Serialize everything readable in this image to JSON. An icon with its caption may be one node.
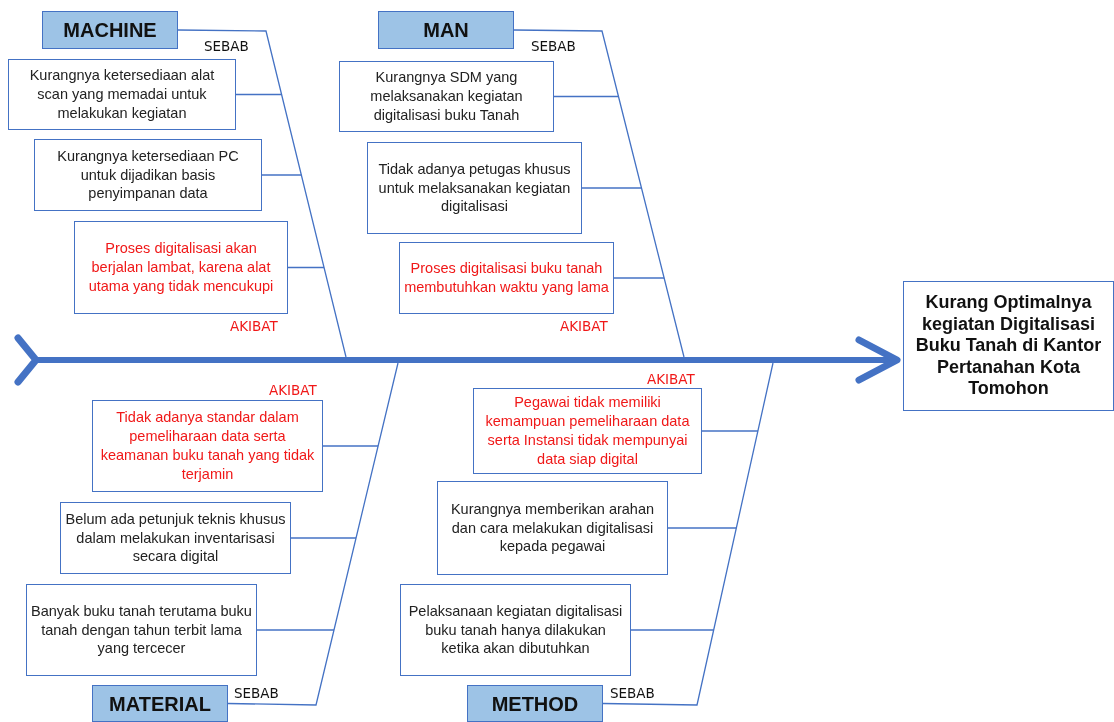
{
  "diagram": {
    "nodes": [
      {
        "text": [
          "MACHINE"
        ]
      },
      {
        "text": [
          "Kurangnya ketersediaan alat scan yang memadai untuk melakukan kegiatan"
        ]
      },
      {
        "text": [
          "Kurangnya ketersediaan PC untuk dijadikan basis penyimpanan data"
        ]
      },
      {
        "text": [
          "Proses digitalisasi akan berjalan lambat, karena alat utama yang tidak mencukupi"
        ]
      },
      {
        "text": [
          "MAN"
        ]
      },
      {
        "text": [
          "Kurangnya SDM yang melaksanakan kegiatan digitalisasi buku Tanah"
        ]
      },
      {
        "text": [
          "Tidak adanya petugas khusus untuk melaksanakan kegiatan digitalisasi"
        ]
      },
      {
        "text": [
          "Proses digitalisasi buku tanah membutuhkan waktu yang lama"
        ]
      },
      {
        "text": [
          "Kurang Optimalnya kegiatan Digitalisasi Buku Tanah di Kantor Pertanahan Kota Tomohon"
        ]
      },
      {
        "text": [
          "Tidak adanya standar dalam pemeliharaan data serta keamanan buku tanah yang tidak terjamin"
        ]
      },
      {
        "text": [
          "Belum ada petunjuk teknis khusus dalam melakukan inventarisasi secara digital"
        ]
      },
      {
        "text": [
          "Banyak buku tanah terutama buku tanah dengan tahun terbit lama yang tercecer"
        ]
      },
      {
        "text": [
          "MATERIAL"
        ]
      },
      {
        "text": [
          "Pegawai tidak memiliki kemampuan pemeliharaan data serta Instansi tidak mempunyai data siap digital"
        ]
      },
      {
        "text": [
          "Kurangnya memberikan arahan dan cara melakukan digitalisasi kepada pegawai"
        ]
      },
      {
        "text": [
          "Pelaksanaan kegiatan digitalisasi buku tanah hanya dilakukan ketika akan dibutuhkan"
        ]
      },
      {
        "text": [
          "METHOD"
        ]
      }
    ],
    "labels": [
      "SEBAB",
      "SEBAB",
      "AKIBAT",
      "AKIBAT",
      "AKIBAT",
      "AKIBAT",
      "SEBAB",
      "SEBAB"
    ],
    "edges": [
      {
        "from": 0,
        "to": null,
        "arrow": "none"
      },
      {
        "from": 1,
        "to": null,
        "arrow": "none"
      },
      {
        "from": 2,
        "to": null,
        "arrow": "none"
      },
      {
        "from": 3,
        "to": null,
        "arrow": "none"
      },
      {
        "from": 4,
        "to": null,
        "arrow": "none"
      },
      {
        "from": 5,
        "to": null,
        "arrow": "none"
      },
      {
        "from": 6,
        "to": null,
        "arrow": "none"
      },
      {
        "from": 7,
        "to": null,
        "arrow": "none"
      },
      {
        "from": 9,
        "to": null,
        "arrow": "none"
      },
      {
        "from": 10,
        "to": null,
        "arrow": "none"
      },
      {
        "from": 11,
        "to": null,
        "arrow": "none"
      },
      {
        "from": 12,
        "to": null,
        "arrow": "none"
      },
      {
        "from": 13,
        "to": null,
        "arrow": "none"
      },
      {
        "from": 14,
        "to": null,
        "arrow": "none"
      },
      {
        "from": 15,
        "to": null,
        "arrow": "none"
      },
      {
        "from": 16,
        "to": null,
        "arrow": "none"
      },
      {
        "from": null,
        "to": 8,
        "arrow": "to",
        "style": "thick"
      }
    ]
  }
}
